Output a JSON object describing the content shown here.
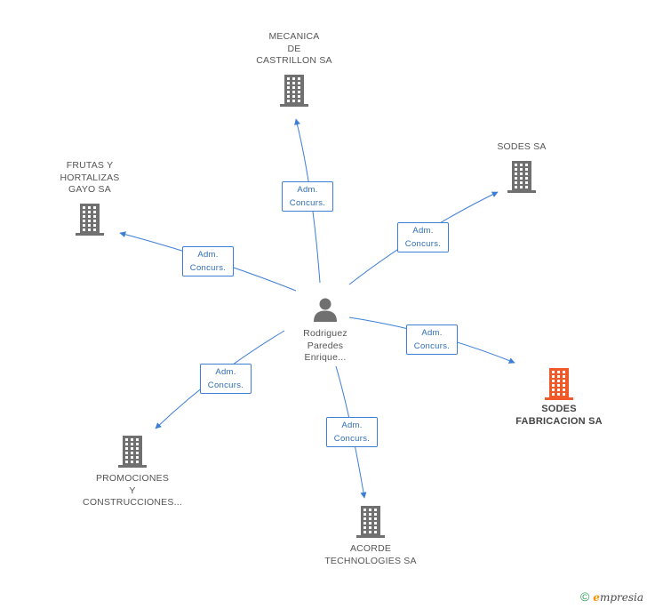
{
  "center": {
    "label": "Rodriguez\nParedes\nEnrique...",
    "icon": "person-icon"
  },
  "companies": [
    {
      "id": "mecanica",
      "label": "MECANICA\nDE\nCASTRILLON SA",
      "icon": "building-icon",
      "highlight": false
    },
    {
      "id": "sodes",
      "label": "SODES SA",
      "icon": "building-icon",
      "highlight": false
    },
    {
      "id": "frutas",
      "label": "FRUTAS Y\nHORTALIZAS\nGAYO SA",
      "icon": "building-icon",
      "highlight": false
    },
    {
      "id": "sodes-fabricacion",
      "label": "SODES\nFABRICACION SA",
      "icon": "building-icon",
      "highlight": true
    },
    {
      "id": "promociones",
      "label": "PROMOCIONES\nY\nCONSTRUCCIONES...",
      "icon": "building-icon",
      "highlight": false
    },
    {
      "id": "acorde",
      "label": "ACORDE\nTECHNOLOGIES SA",
      "icon": "building-icon",
      "highlight": false
    }
  ],
  "edges": [
    {
      "target": "mecanica",
      "label": "Adm.\nConcurs."
    },
    {
      "target": "sodes",
      "label": "Adm.\nConcurs."
    },
    {
      "target": "frutas",
      "label": "Adm.\nConcurs."
    },
    {
      "target": "sodes-fabricacion",
      "label": "Adm.\nConcurs."
    },
    {
      "target": "promociones",
      "label": "Adm.\nConcurs."
    },
    {
      "target": "acorde",
      "label": "Adm.\nConcurs."
    }
  ],
  "colors": {
    "edge": "#3d7fd6",
    "icon": "#707070",
    "highlight": "#f05a28"
  },
  "footer": {
    "copyright_symbol": "©",
    "brand_initial": "e",
    "brand_rest": "mpresia"
  }
}
